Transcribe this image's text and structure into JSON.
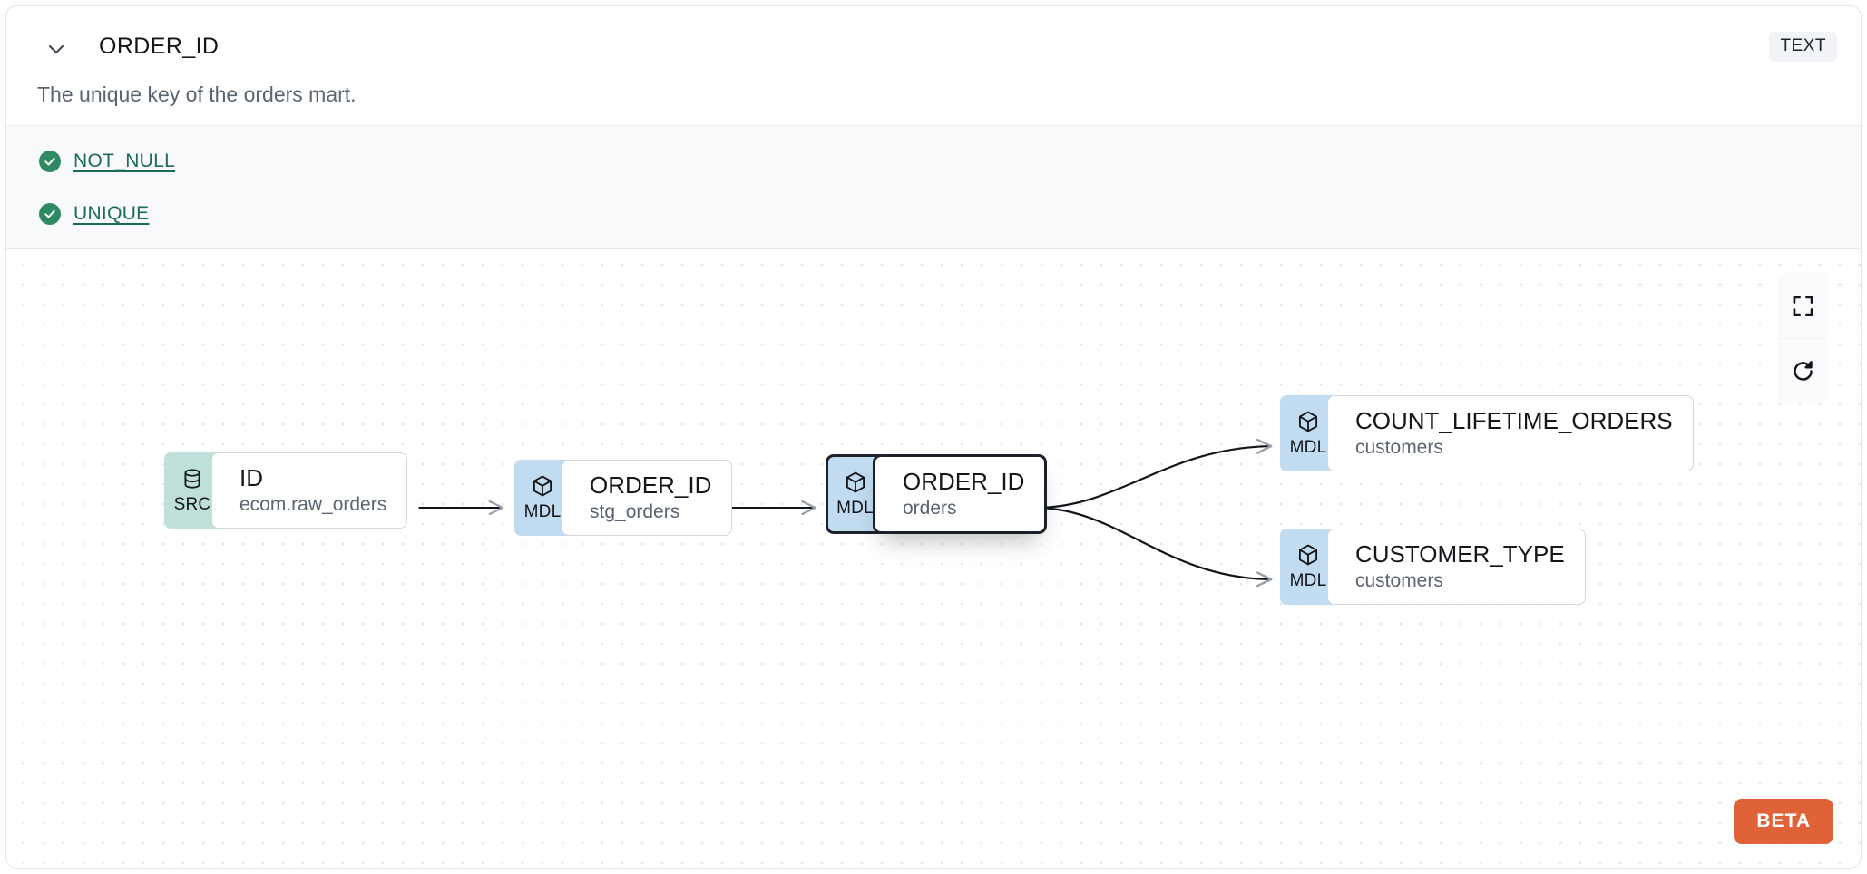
{
  "header": {
    "collapse_icon": "chevron-down-icon",
    "column_name": "ORDER_ID",
    "data_type": "TEXT",
    "description": "The unique key of the orders mart."
  },
  "tests": [
    {
      "icon": "check-circle-icon",
      "label": "NOT_NULL",
      "status": "passed"
    },
    {
      "icon": "check-circle-icon",
      "label": "UNIQUE",
      "status": "passed"
    }
  ],
  "lineage": {
    "nodes": [
      {
        "id": "src",
        "badge": "SRC",
        "badge_icon": "database-icon",
        "name": "ID",
        "resource": "ecom.raw_orders",
        "selected": false
      },
      {
        "id": "stg",
        "badge": "MDL",
        "badge_icon": "cube-icon",
        "name": "ORDER_ID",
        "resource": "stg_orders",
        "selected": false
      },
      {
        "id": "ord",
        "badge": "MDL",
        "badge_icon": "cube-icon",
        "name": "ORDER_ID",
        "resource": "orders",
        "selected": true
      },
      {
        "id": "cnt",
        "badge": "MDL",
        "badge_icon": "cube-icon",
        "name": "COUNT_LIFETIME_ORDERS",
        "resource": "customers",
        "selected": false
      },
      {
        "id": "cust",
        "badge": "MDL",
        "badge_icon": "cube-icon",
        "name": "CUSTOMER_TYPE",
        "resource": "customers",
        "selected": false
      }
    ],
    "controls": [
      {
        "name": "fit-view-button",
        "icon": "fit-screen-icon"
      },
      {
        "name": "refresh-button",
        "icon": "refresh-icon"
      }
    ]
  },
  "beta_badge": "BETA",
  "colors": {
    "source_badge": "#bfdfdb",
    "model_badge": "#c1dcf1",
    "test_pass": "#2f8a63",
    "test_link": "#1d6a5c",
    "beta": "#df6239",
    "selected_outline": "#1c2129"
  }
}
